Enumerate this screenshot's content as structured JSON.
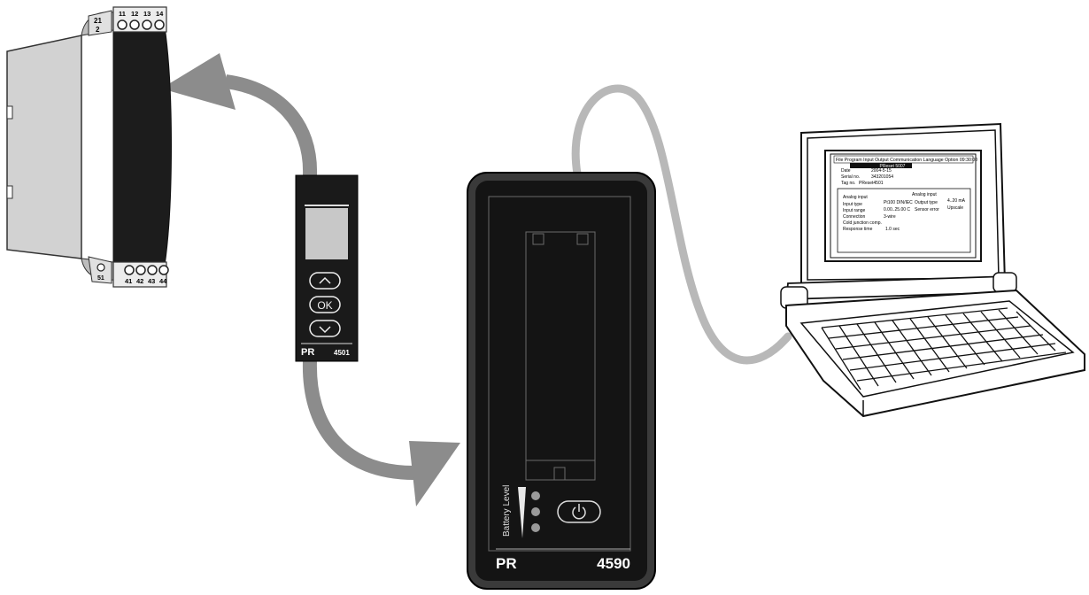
{
  "module": {
    "terminals_top": [
      "11",
      "12",
      "13",
      "14"
    ],
    "terminals_top_side": [
      "21",
      "2"
    ],
    "terminals_bottom": [
      "41",
      "42",
      "43",
      "44"
    ],
    "terminals_bottom_side": [
      "51"
    ]
  },
  "display_4501": {
    "up_label": "∧",
    "ok_label": "OK",
    "down_label": "∨",
    "brand": "PR",
    "model": "4501"
  },
  "interface_4590": {
    "battery_label": "Battery Level",
    "power_icon": "power-icon",
    "brand": "PR",
    "model": "4590"
  },
  "laptop_screen": {
    "menu": "File  Program  Input  Output  Communication  Language  Option  09:30:00",
    "header": "PReset 5007",
    "info": [
      {
        "label": "Date",
        "value": "2004-5-15"
      },
      {
        "label": "Serial no.",
        "value": "343201054"
      },
      {
        "label": "Tag no.",
        "value": "PReset4501"
      }
    ],
    "left_title": "Analog input",
    "left_rows": [
      {
        "label": "Input type",
        "value": "Pt100 DIN/IEC"
      },
      {
        "label": "Input range",
        "value": "0.00..25.00 C"
      },
      {
        "label": "Connection",
        "value": "3-wire"
      },
      {
        "label": "Cold junction comp.",
        "value": ""
      },
      {
        "label": "Response time",
        "value": "1.0 sec"
      }
    ],
    "right_title": "Analog input",
    "right_rows": [
      {
        "label": "Output type",
        "value": "4..20 mA"
      },
      {
        "label": "Sensor error",
        "value": "Upscale"
      }
    ]
  },
  "colors": {
    "arrow": "#8c8c8c",
    "device_dark": "#1e1e1e",
    "module_grey": "#d0d0d0"
  }
}
